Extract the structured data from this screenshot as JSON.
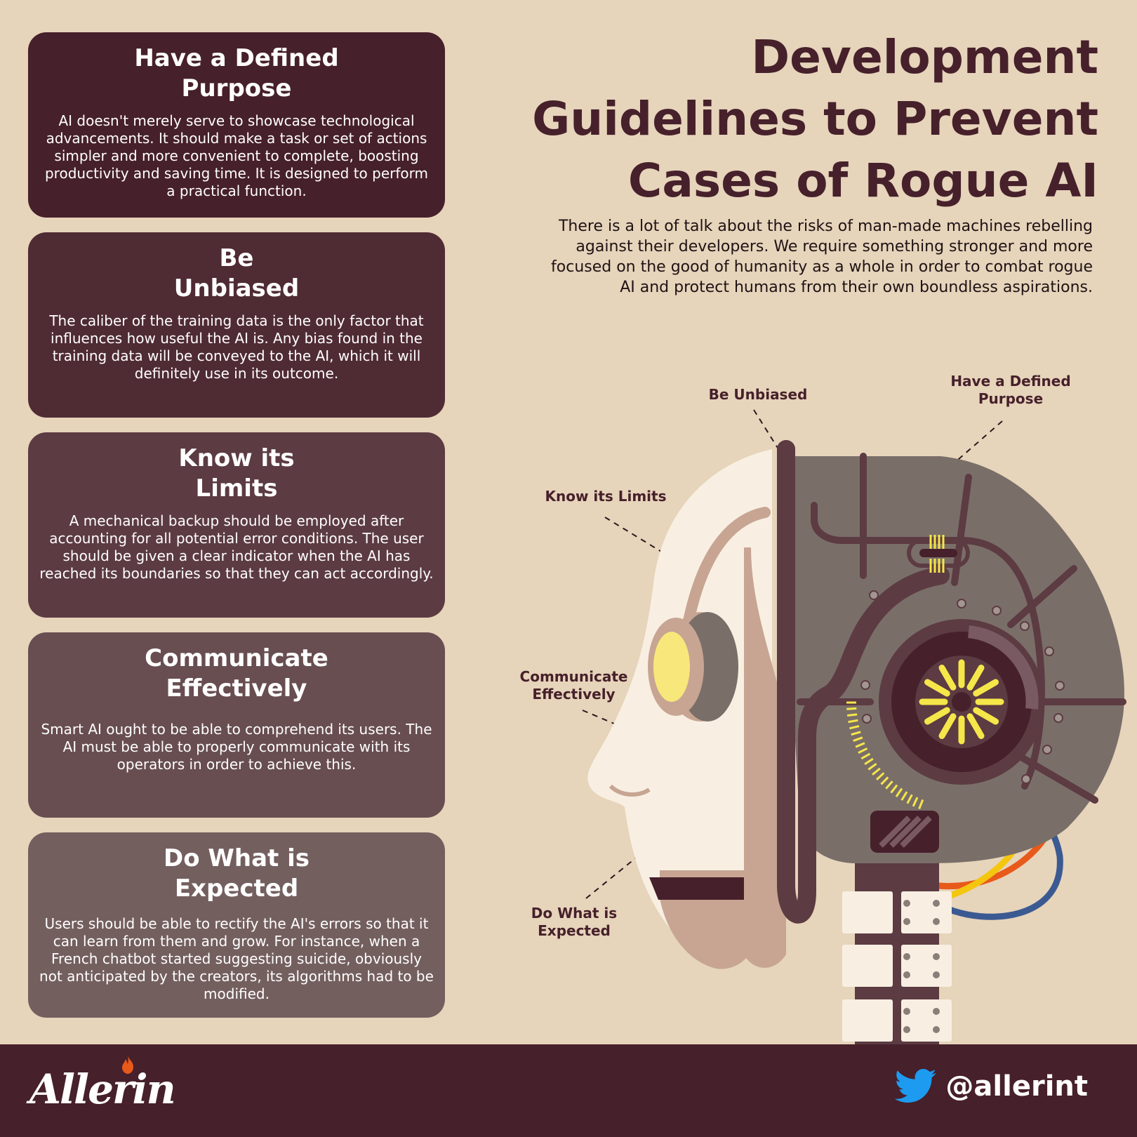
{
  "title_lines": [
    "Development",
    "Guidelines to Prevent",
    "Cases of Rogue AI"
  ],
  "intro": "There is a lot of talk about the risks of man-made machines rebelling against their developers. We require something stronger and more focused on the good of humanity as a whole in order to combat rogue AI and protect humans from their own boundless aspirations.",
  "cards": [
    {
      "title": "Have a Defined Purpose",
      "body": "AI doesn't merely serve to showcase technological advancements. It should make a task or set of actions simpler and more convenient to complete, boosting productivity and saving time. It is designed to perform a practical function."
    },
    {
      "title": "Be Unbiased",
      "body": "The caliber of the training data is the only factor that influences how useful the AI is. Any bias found in the training data will be conveyed to the AI, which it will definitely use in its outcome."
    },
    {
      "title": "Know its Limits",
      "body": "A mechanical backup should be employed after accounting for all potential error conditions. The user should be given a clear indicator when the AI has reached its boundaries so that they can act accordingly."
    },
    {
      "title": "Communicate Effectively",
      "body": "Smart AI ought to be able to comprehend its users. The AI must be able to properly communicate with its operators in order to achieve this."
    },
    {
      "title": "Do What is Expected",
      "body": "Users should be able to rectify the AI's errors so that it can learn from them and grow. For instance, when a French chatbot started suggesting suicide, obviously not anticipated by the creators, its algorithms had to be modified."
    }
  ],
  "robot_labels": {
    "unbiased": "Be Unbiased",
    "purpose": "Have a Defined Purpose",
    "limits": "Know its Limits",
    "communicate": "Communicate Effectively",
    "expected": "Do What is Expected"
  },
  "footer": {
    "brand": "Allerin",
    "twitter_handle": "@allerint"
  },
  "colors": {
    "background": "#e6d4bb",
    "maroon": "#46202a",
    "robot_gray": "#7a6e69",
    "eye_yellow": "#f8e77a",
    "face_cream": "#f8efe2",
    "twitter_blue": "#1d9bf0"
  },
  "icons": [
    "twitter-bird-icon",
    "flame-icon",
    "robot-head-illustration"
  ]
}
